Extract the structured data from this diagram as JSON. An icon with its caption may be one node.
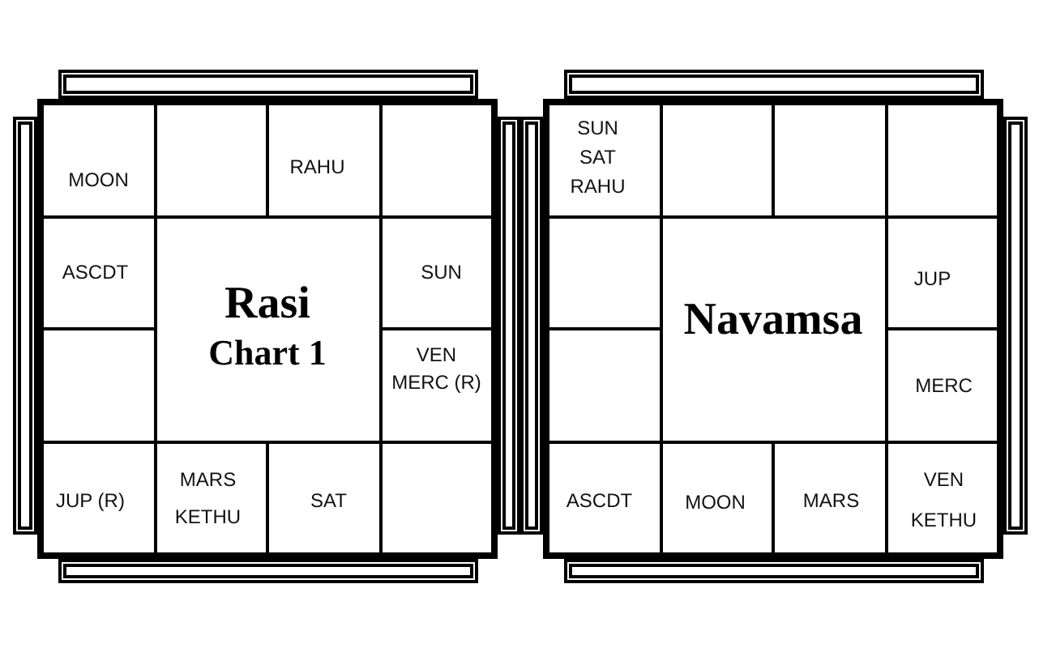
{
  "diagram": {
    "nodes": [
      {
        "text": [],
        "shape": "box"
      },
      {
        "text": [
          "MOON"
        ],
        "in": 0
      },
      {
        "text": [],
        "shape": "box",
        "in": 0
      },
      {
        "text": [
          "RAHU"
        ],
        "in": 0
      },
      {
        "text": [],
        "shape": "box",
        "in": 0
      },
      {
        "text": [
          "ASCDT"
        ],
        "in": 0
      },
      {
        "text": [
          "Rasi",
          "Chart 1"
        ],
        "in": 0
      },
      {
        "text": [
          "SUN"
        ],
        "in": 0
      },
      {
        "text": [],
        "shape": "box",
        "in": 0
      },
      {
        "text": [
          "VEN",
          "MERC (R)"
        ],
        "in": 0
      },
      {
        "text": [
          "JUP (R)"
        ],
        "in": 0
      },
      {
        "text": [
          "MARS",
          "KETHU"
        ],
        "in": 0
      },
      {
        "text": [
          "SAT"
        ],
        "in": 0
      },
      {
        "text": [],
        "shape": "box",
        "in": 0
      },
      {
        "text": [],
        "shape": "box"
      },
      {
        "text": [
          "SUN",
          "SAT",
          "RAHU"
        ],
        "in": 14
      },
      {
        "text": [],
        "shape": "box",
        "in": 14
      },
      {
        "text": [],
        "shape": "box",
        "in": 14
      },
      {
        "text": [],
        "shape": "box",
        "in": 14
      },
      {
        "text": [],
        "shape": "box",
        "in": 14
      },
      {
        "text": [
          "Navamsa"
        ],
        "in": 14
      },
      {
        "text": [
          "JUP"
        ],
        "in": 14
      },
      {
        "text": [],
        "shape": "box",
        "in": 14
      },
      {
        "text": [
          "MERC"
        ],
        "in": 14
      },
      {
        "text": [
          "ASCDT"
        ],
        "in": 14
      },
      {
        "text": [
          "MOON"
        ],
        "in": 14
      },
      {
        "text": [
          "MARS"
        ],
        "in": 14
      },
      {
        "text": [
          "VEN",
          "KETHU"
        ],
        "in": 14
      }
    ]
  }
}
